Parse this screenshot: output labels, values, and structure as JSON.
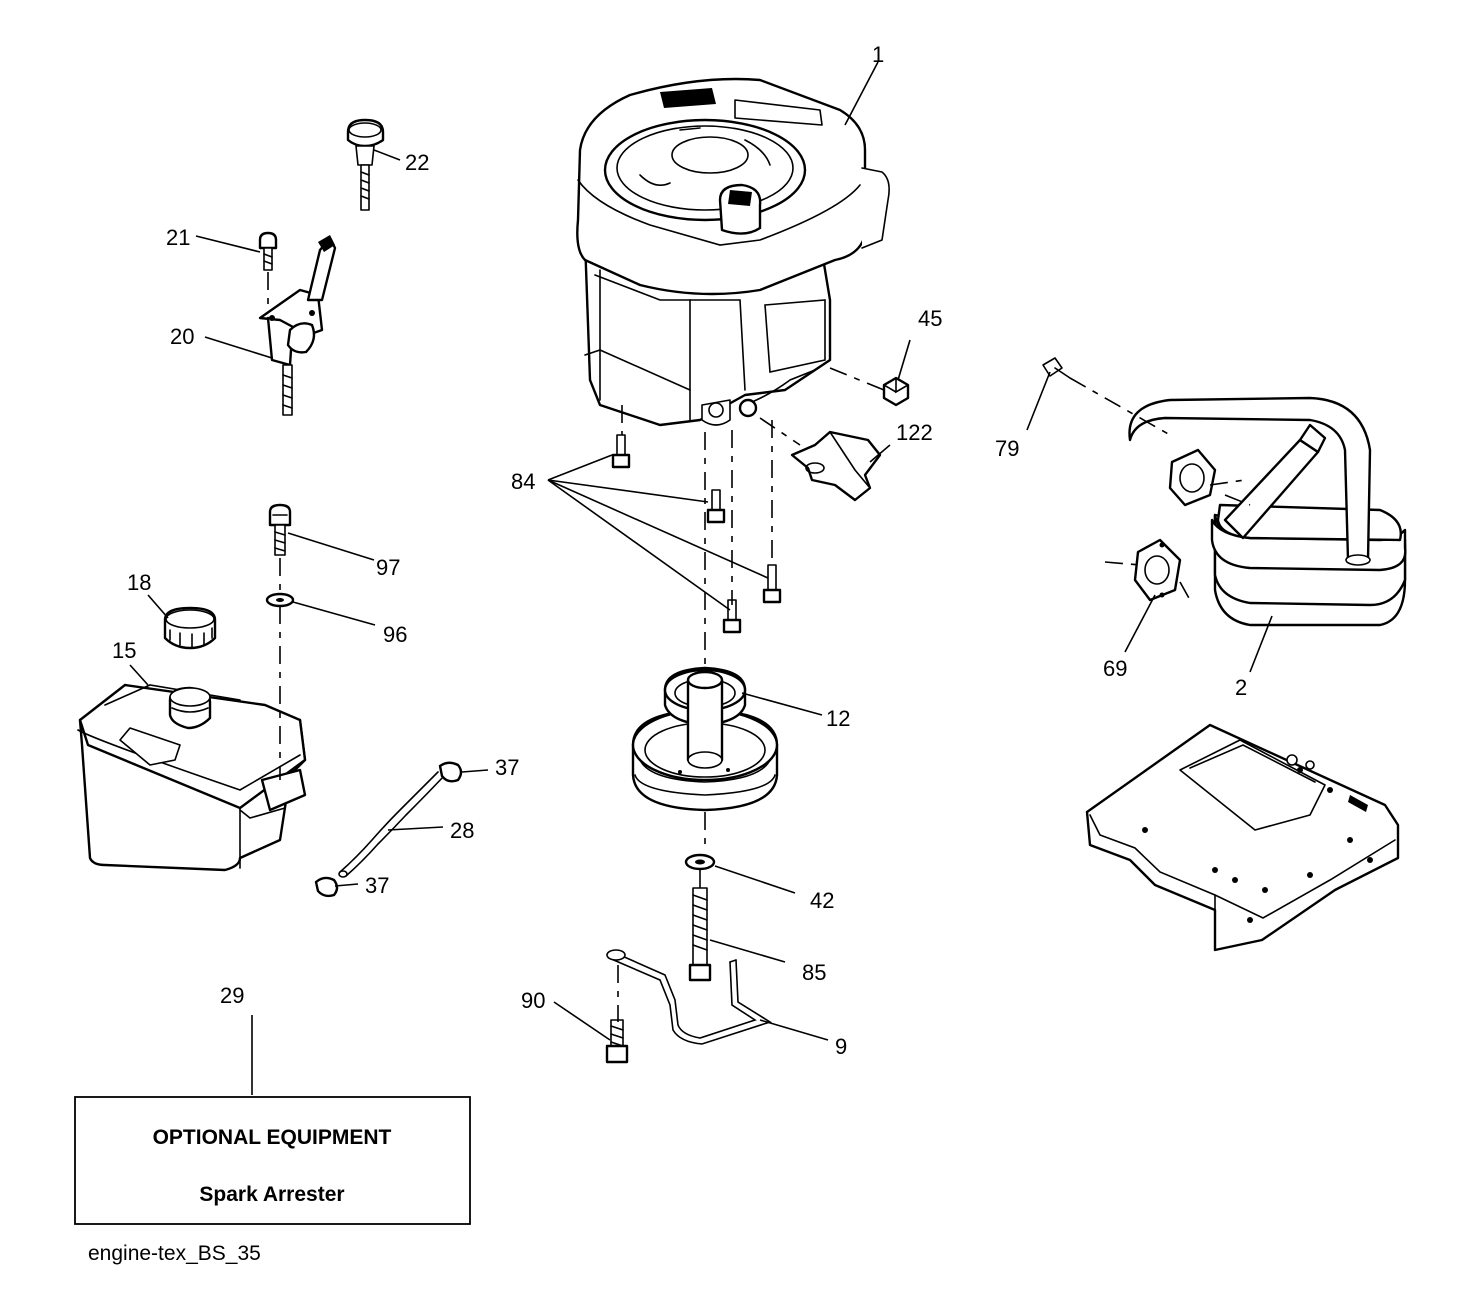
{
  "diagram_id": "engine-tex_BS_35",
  "callouts": {
    "c1": "1",
    "c2": "2",
    "c9": "9",
    "c12": "12",
    "c15": "15",
    "c18": "18",
    "c20": "20",
    "c21": "21",
    "c22": "22",
    "c28": "28",
    "c29": "29",
    "c37a": "37",
    "c37b": "37",
    "c42": "42",
    "c45": "45",
    "c69": "69",
    "c79": "79",
    "c84": "84",
    "c85": "85",
    "c90": "90",
    "c96": "96",
    "c97": "97",
    "c122": "122"
  },
  "optional_box": {
    "title": "OPTIONAL EQUIPMENT",
    "item": "Spark Arrester"
  }
}
